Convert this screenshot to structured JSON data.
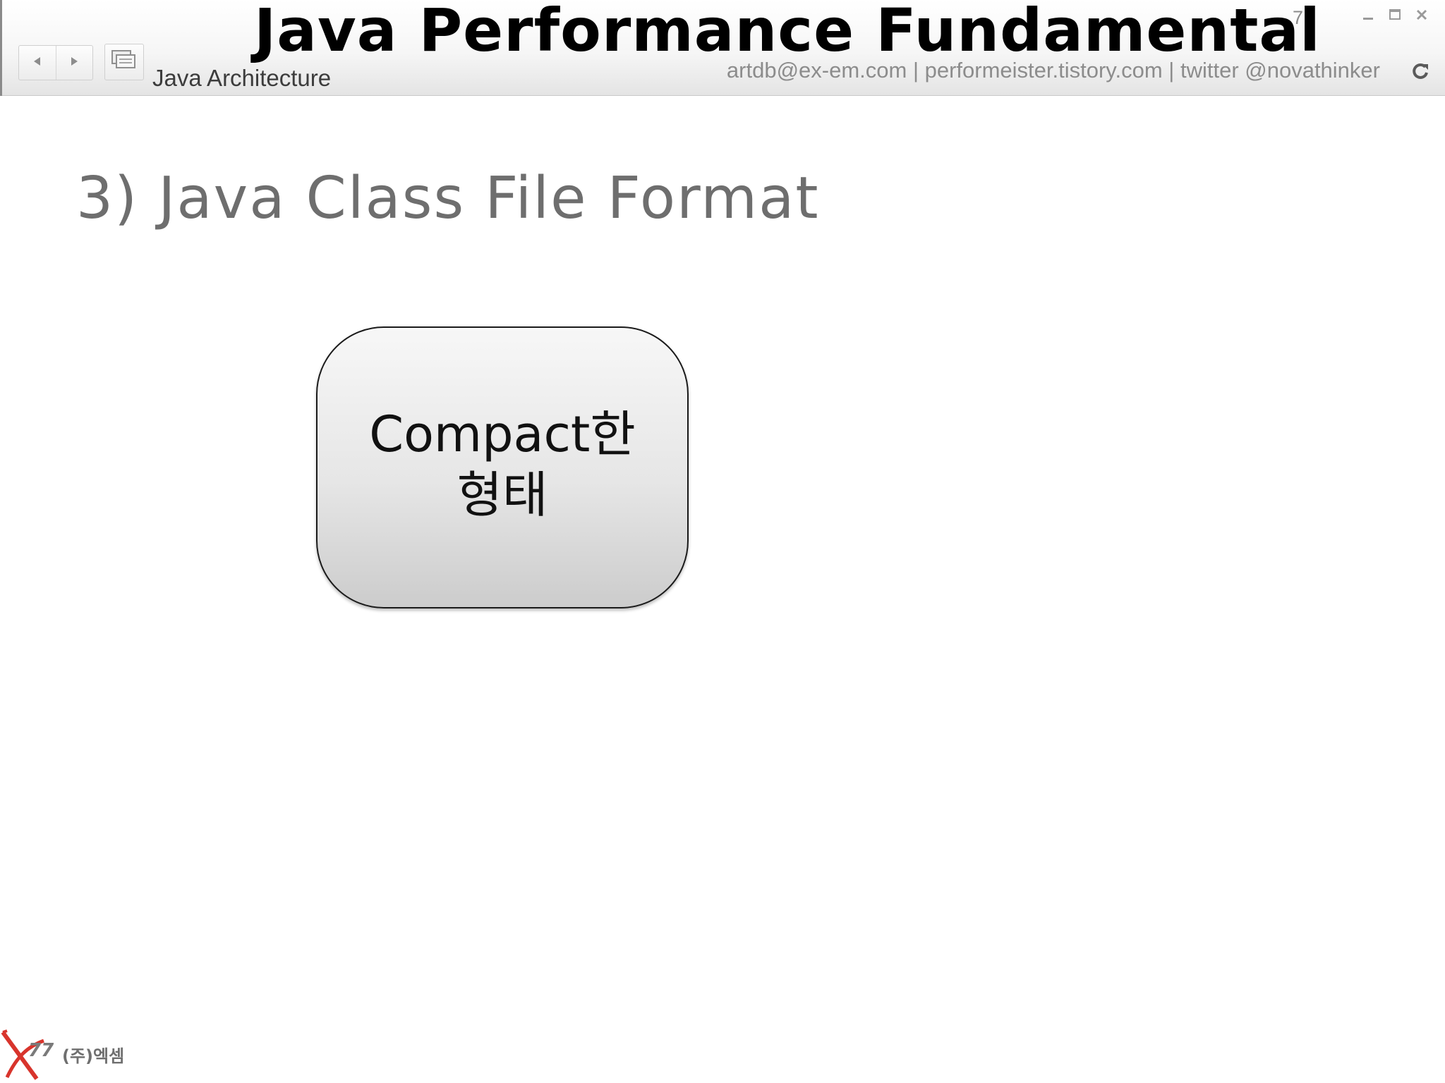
{
  "header": {
    "title": "Java Performance Fundamental",
    "subtitle": "Java Architecture",
    "page_number": "7",
    "contact": "artdb@ex-em.com | performeister.tistory.com | twitter @novathinker",
    "nav": {
      "prev_icon": "triangle-left-icon",
      "next_icon": "triangle-right-icon",
      "slides_icon": "slides-icon"
    },
    "window_controls": [
      "minimize-icon",
      "maximize-icon",
      "close-icon"
    ],
    "refresh_icon": "refresh-icon"
  },
  "slide": {
    "heading": "3) Java Class File Format",
    "concept_box": {
      "line1": "Compact한",
      "line2": "형태"
    }
  },
  "footer": {
    "logo_mark": "X77",
    "logo_text": "(주)엑셈"
  },
  "colors": {
    "title": "#000000",
    "heading": "#6e6e6e",
    "contact": "#8c8c8c",
    "logo_red": "#d8342c"
  }
}
